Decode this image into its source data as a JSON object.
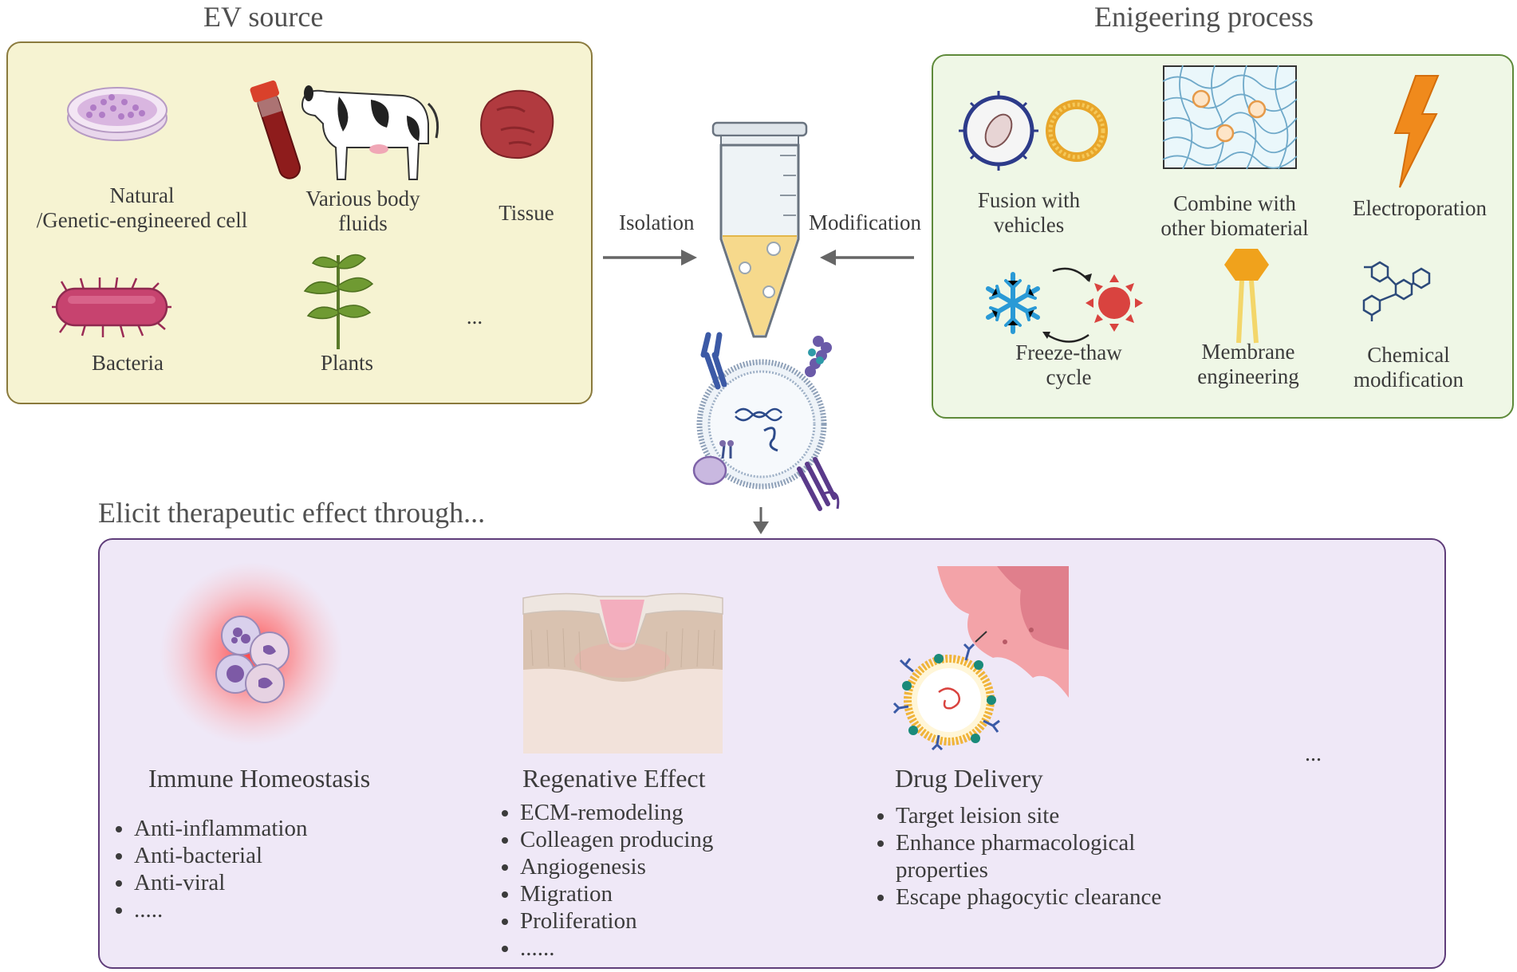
{
  "ev_source": {
    "title": "EV source",
    "items": [
      {
        "lines": [
          "Natural",
          "/Genetic-engineered cell"
        ],
        "icon": "petri-dish-icon"
      },
      {
        "lines": [
          "Various body",
          "fluids"
        ],
        "icon": "cow-blood-tube-icon"
      },
      {
        "lines": [
          "Tissue"
        ],
        "icon": "tissue-icon"
      },
      {
        "lines": [
          "Bacteria"
        ],
        "icon": "bacteria-icon"
      },
      {
        "lines": [
          "Plants"
        ],
        "icon": "plant-icon"
      },
      {
        "lines": [
          "..."
        ]
      }
    ]
  },
  "engineering": {
    "title": "Enigeering process",
    "items": [
      {
        "lines": [
          "Fusion with",
          "vehicles"
        ],
        "icon": "vehicle-fusion-icon"
      },
      {
        "lines": [
          "Combine with",
          "other biomaterial"
        ],
        "icon": "hydrogel-icon"
      },
      {
        "lines": [
          "Electroporation"
        ],
        "icon": "lightning-icon"
      },
      {
        "lines": [
          "Freeze-thaw",
          "cycle"
        ],
        "icon": "freeze-thaw-icon"
      },
      {
        "lines": [
          "Membrane",
          "engineering"
        ],
        "icon": "membrane-lipid-icon"
      },
      {
        "lines": [
          "Chemical",
          "modification"
        ],
        "icon": "chemical-structure-icon"
      }
    ]
  },
  "flow": {
    "isolation": "Isolation",
    "modification": "Modification"
  },
  "therapeutic": {
    "title": "Elicit therapeutic effect through...",
    "effects": [
      {
        "title": "Immune Homeostasis",
        "icon": "immune-cells-icon",
        "bullets": [
          "Anti-inflammation",
          "Anti-bacterial",
          "Anti-viral",
          "....."
        ]
      },
      {
        "title": "Regenative Effect",
        "icon": "wound-skin-icon",
        "bullets": [
          "ECM-remodeling",
          "Colleagen producing",
          "Angiogenesis",
          "Migration",
          "Proliferation",
          "......"
        ]
      },
      {
        "title": "Drug Delivery",
        "icon": "targeted-vesicle-icon",
        "bullets": [
          "Target leision site",
          "Enhance  pharmacological",
          "properties",
          "Escape phagocytic clearance"
        ]
      }
    ],
    "more": "..."
  },
  "colors": {
    "source_panel_bg": "#f6f3d2",
    "source_panel_border": "#8a7a3d",
    "engineering_panel_bg": "#eff7e6",
    "engineering_panel_border": "#5e8a3a",
    "therapeutic_panel_bg": "#efe8f7",
    "therapeutic_panel_border": "#5f3d7a",
    "arrow": "#666666"
  }
}
